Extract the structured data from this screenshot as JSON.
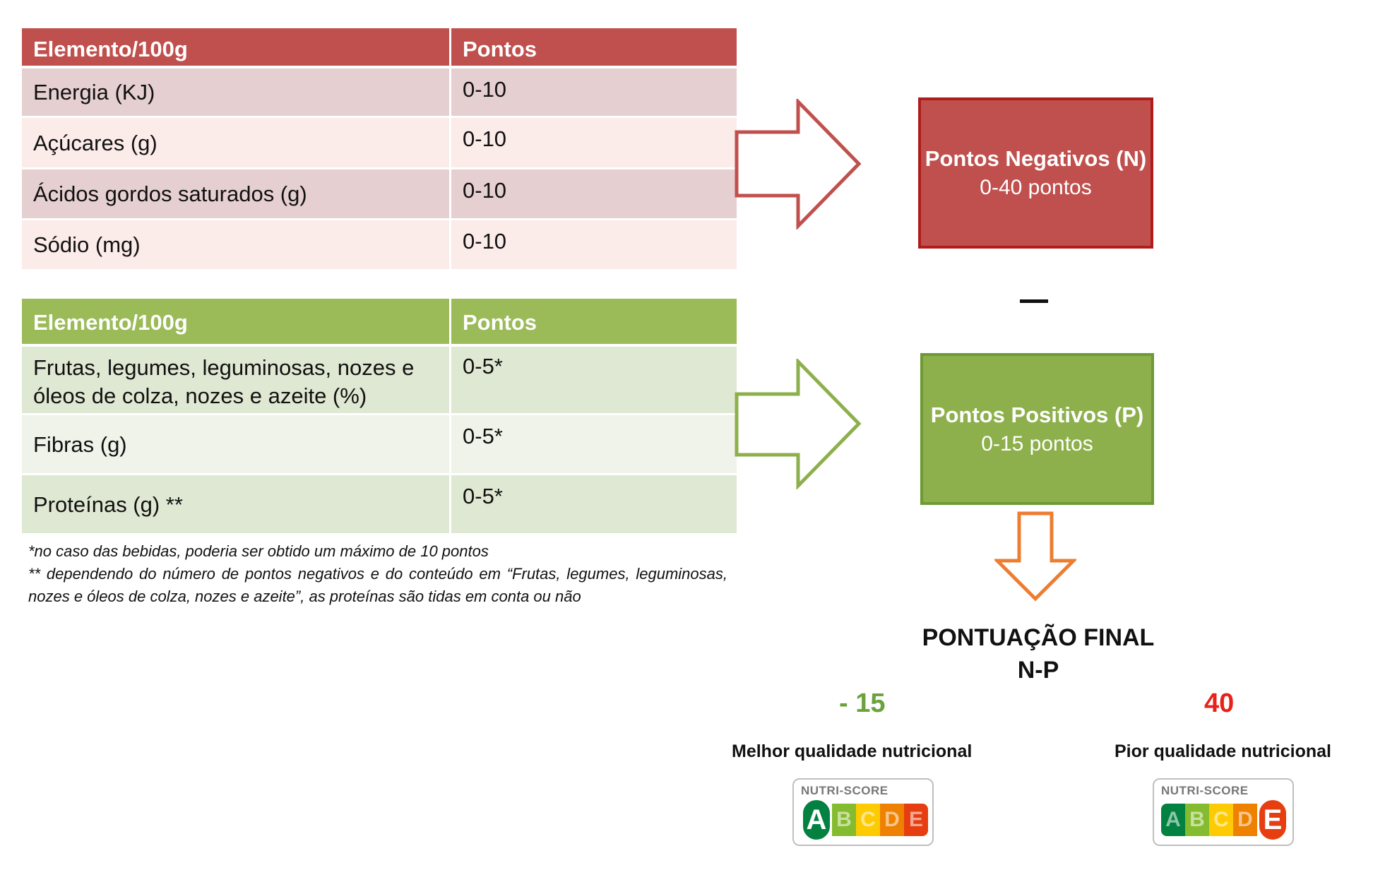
{
  "negative_table": {
    "header": {
      "element": "Elemento/100g",
      "points": "Pontos"
    },
    "rows": [
      {
        "element": "Energia (KJ)",
        "points": "0-10"
      },
      {
        "element": "Açúcares (g)",
        "points": "0-10"
      },
      {
        "element": "Ácidos gordos saturados (g)",
        "points": "0-10"
      },
      {
        "element": "Sódio (mg)",
        "points": "0-10"
      }
    ]
  },
  "positive_table": {
    "header": {
      "element": "Elemento/100g",
      "points": "Pontos"
    },
    "rows": [
      {
        "element": "Frutas, legumes, leguminosas, nozes e óleos de colza, nozes e azeite (%)",
        "points": "0-5*"
      },
      {
        "element": "Fibras (g)",
        "points": "0-5*"
      },
      {
        "element": "Proteínas (g) **",
        "points": "0-5*"
      }
    ]
  },
  "notes": [
    "*no caso das bebidas, poderia ser obtido um máximo de 10 pontos",
    "** dependendo do número de pontos negativos e do conteúdo em “Frutas, legumes, leguminosas, nozes e óleos de colza, nozes e azeite”, as proteínas são tidas em conta ou não"
  ],
  "negative_box": {
    "title": "Pontos Negativos (N)",
    "range": "0-40 pontos"
  },
  "positive_box": {
    "title": "Pontos Positivos (P)",
    "range": "0-15 pontos"
  },
  "final": {
    "title": "PONTUAÇÃO FINAL",
    "formula": "N-P"
  },
  "best": {
    "score": "- 15",
    "label": "Melhor qualidade nutricional"
  },
  "worst": {
    "score": "40",
    "label": "Pior qualidade nutricional"
  },
  "nutriscore": {
    "label": "NUTRI-SCORE",
    "letters": [
      "A",
      "B",
      "C",
      "D",
      "E"
    ],
    "colors": [
      "#038141",
      "#85bb2f",
      "#fecb02",
      "#ee8100",
      "#e63e11"
    ],
    "best_active": "A",
    "worst_active": "E"
  },
  "colors": {
    "negative": "#c0504d",
    "positive": "#9bbb59",
    "arrow_negative": "#c0504d",
    "arrow_positive": "#8db04c",
    "arrow_final": "#ed7d31"
  }
}
